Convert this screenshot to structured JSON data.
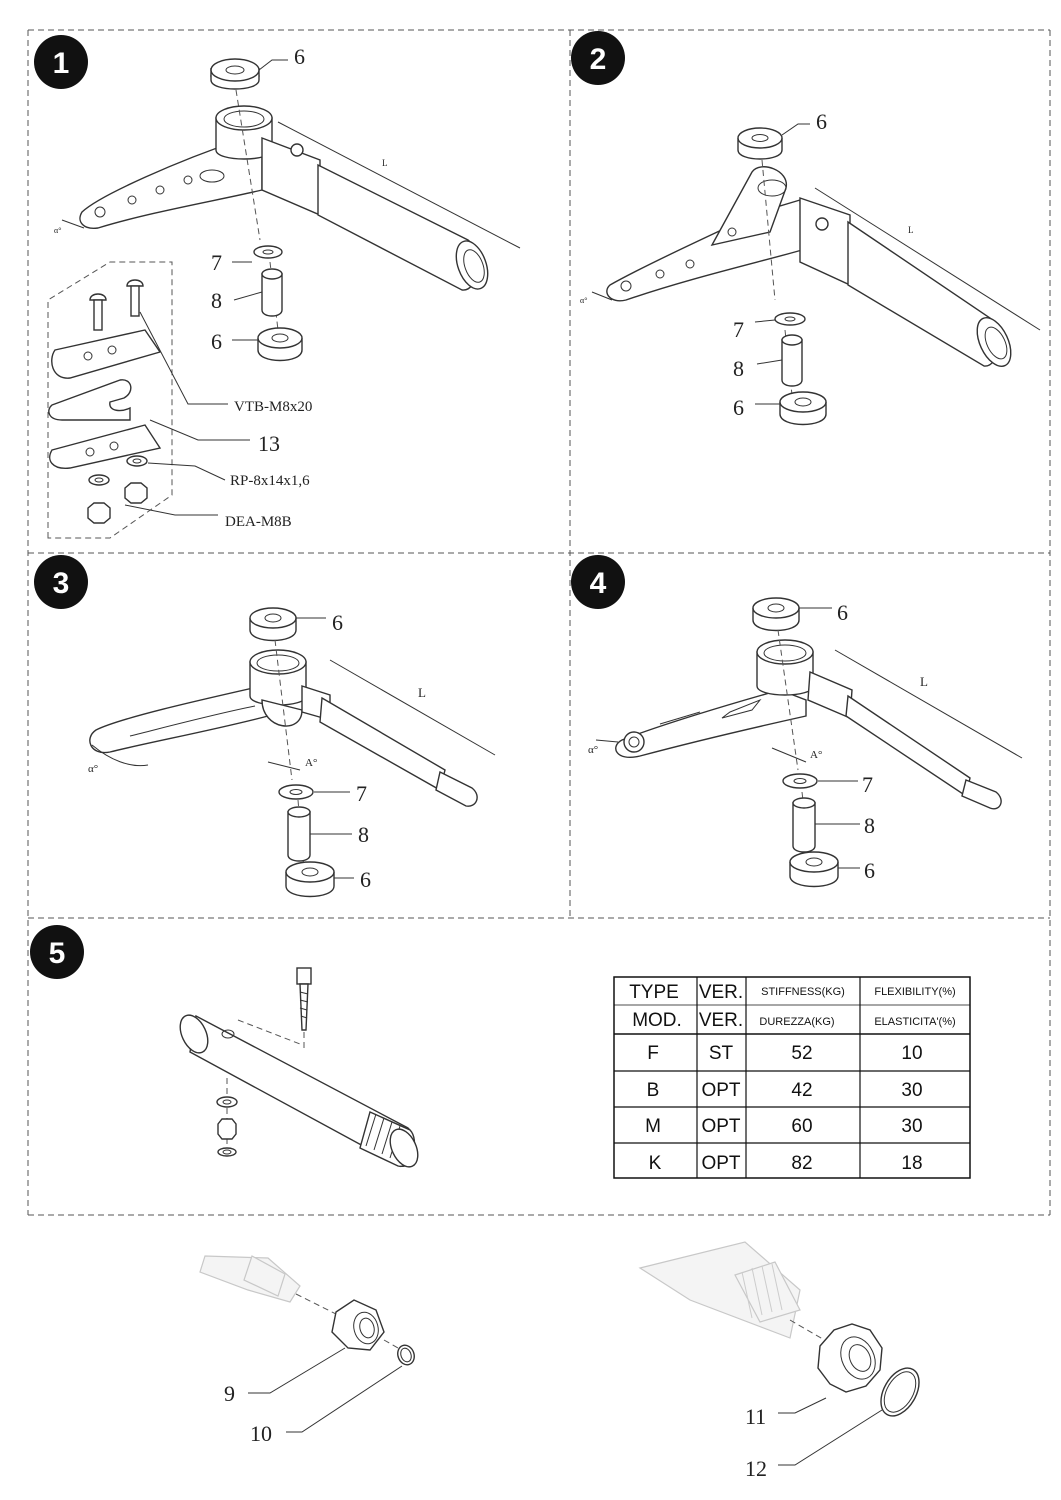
{
  "steps": [
    "1",
    "2",
    "3",
    "4",
    "5"
  ],
  "labels": {
    "p1": {
      "top6": "6",
      "n7": "7",
      "n8": "8",
      "bot6": "6",
      "L": "L",
      "alpha": "α°",
      "vtb": "VTB-M8x20",
      "n13": "13",
      "rp": "RP-8x14x1,6",
      "dea": "DEA-M8B"
    },
    "p2": {
      "top6": "6",
      "n7": "7",
      "n8": "8",
      "bot6": "6",
      "L": "L",
      "alpha": "α°"
    },
    "p3": {
      "top6": "6",
      "n7": "7",
      "n8": "8",
      "bot6": "6",
      "L": "L",
      "alpha": "α°",
      "A": "A°"
    },
    "p4": {
      "top6": "6",
      "n7": "7",
      "n8": "8",
      "bot6": "6",
      "L": "L",
      "alpha": "α°",
      "A": "A°"
    },
    "bottom": {
      "n9": "9",
      "n10": "10",
      "n11": "11",
      "n12": "12"
    }
  },
  "table": {
    "header1": [
      "TYPE",
      "VER.",
      "STIFFNESS(KG)",
      "FLEXIBILITY(%)"
    ],
    "header2": [
      "MOD.",
      "VER.",
      "DUREZZA(KG)",
      "ELASTICITA'(%)"
    ],
    "rows": [
      [
        "F",
        "ST",
        "52",
        "10"
      ],
      [
        "B",
        "OPT",
        "42",
        "30"
      ],
      [
        "M",
        "OPT",
        "60",
        "30"
      ],
      [
        "K",
        "OPT",
        "82",
        "18"
      ]
    ]
  }
}
